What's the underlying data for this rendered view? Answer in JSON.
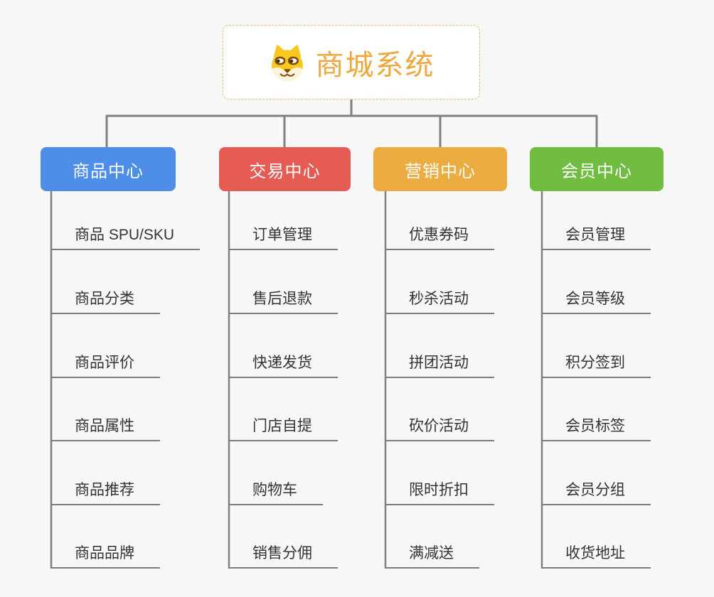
{
  "root": {
    "title": "商城系统",
    "icon": "dog-face-icon",
    "title_color": "#EFA73E",
    "border_color": "#F0BC66"
  },
  "branches": [
    {
      "label": "商品中心",
      "color": "#4D8FE8",
      "items": [
        "商品 SPU/SKU",
        "商品分类",
        "商品评价",
        "商品属性",
        "商品推荐",
        "商品品牌"
      ]
    },
    {
      "label": "交易中心",
      "color": "#E65C55",
      "items": [
        "订单管理",
        "售后退款",
        "快递发货",
        "门店自提",
        "购物车",
        "销售分佣"
      ]
    },
    {
      "label": "营销中心",
      "color": "#EDAC42",
      "items": [
        "优惠券码",
        "秒杀活动",
        "拼团活动",
        "砍价活动",
        "限时折扣",
        "满减送"
      ]
    },
    {
      "label": "会员中心",
      "color": "#70BD41",
      "items": [
        "会员管理",
        "会员等级",
        "积分签到",
        "会员标签",
        "会员分组",
        "收货地址"
      ]
    }
  ],
  "connectors": {
    "color": "#808080"
  },
  "background_color": "#F7F7F7",
  "leaf_text_color": "#333333"
}
